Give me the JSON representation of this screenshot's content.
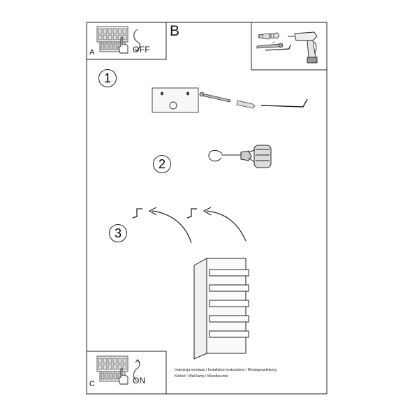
{
  "panel_a": {
    "letter": "A",
    "switch_state": "OFF"
  },
  "panel_b": {
    "letter": "B"
  },
  "panel_c": {
    "letter": "C",
    "switch_state": "ON"
  },
  "steps": [
    "1",
    "2",
    "3"
  ],
  "footer": {
    "line1": "Instrukcja montażu / Installation instructions / Montageanleitung",
    "line2": "Kinkiet / Wall lamp / Wandleuchte"
  },
  "icons": [
    "circuit-breaker-icon",
    "hand-icon",
    "rotate-arrow-icon",
    "wall-plug-icon",
    "screw-icon",
    "drill-icon",
    "hook-icon",
    "lamp-holder-icon",
    "lamp-body-icon"
  ]
}
